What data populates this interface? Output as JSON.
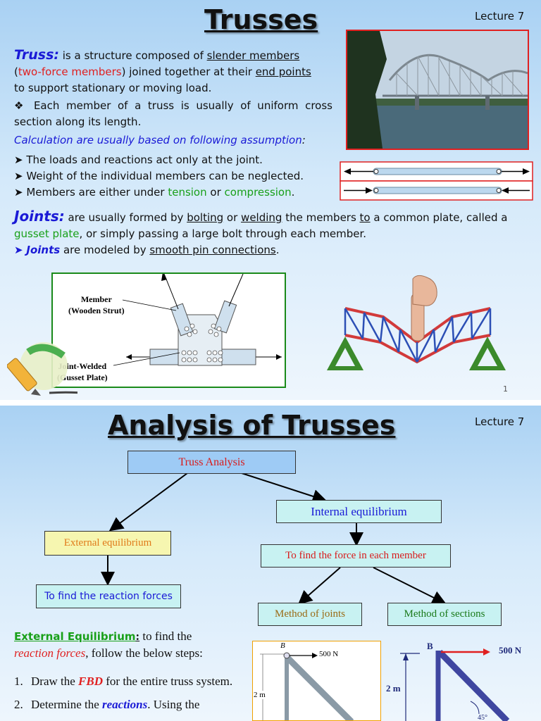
{
  "slide1": {
    "title": "Trusses",
    "lecture": "Lecture 7",
    "page_number": "1",
    "def_term": "Truss:",
    "def_t1": " is a structure composed of ",
    "def_u1": "slender members",
    "def_open": "(",
    "def_red": "two-force members",
    "def_t2": ") joined together at their ",
    "def_u2": "end points",
    "def_t3": "to support stationary or moving load.",
    "bullet_member": "Each member of a truss is usually of uniform cross section along its length.",
    "assumption_heading": "Calculation are usually based on following assumption",
    "assumption_colon": ":",
    "assumptions": {
      "a1": "The loads and reactions act only at the joint.",
      "a2": "Weight of the individual members can be neglected.",
      "a3_start": "Members are either under ",
      "a3_tension": "tension",
      "a3_or": " or ",
      "a3_compression": "compression",
      "a3_end": "."
    },
    "joints_term": "Joints:",
    "joints_t1": " are usually formed by ",
    "joints_u1": "bolting",
    "joints_or": " or ",
    "joints_u2": "welding",
    "joints_t2": " the members ",
    "joints_u3": "to",
    "joints_t3": " a common plate, called a",
    "joints_green": "gusset plate",
    "joints_t4": ", or simply passing a large bolt through each member.",
    "joints_bullet_term": "Joints",
    "joints_bullet_t1": " are modeled by ",
    "joints_bullet_u": "smooth pin connections",
    "joints_bullet_end": ".",
    "diagram_label_member": "Member",
    "diagram_label_member2": "(Wooden Strut)",
    "diagram_label_joint": "Joint-Welded",
    "diagram_label_joint2": "(Gusset Plate)"
  },
  "slide2": {
    "title": "Analysis of Trusses",
    "lecture": "Lecture 7",
    "flow": {
      "root": "Truss Analysis",
      "internal": "Internal equilibrium",
      "external": "External equilibrium",
      "find_force": "To find the force in each member",
      "find_reaction": "To find the reaction forces",
      "joints": "Method of joints",
      "sections": "Method of sections"
    },
    "ext_heading": "External Equilibrium",
    "ext_colon": ":",
    "ext_t1": " to find the",
    "ext_red": "reaction forces",
    "ext_t2": ", follow the below steps:",
    "step1_num": "1.",
    "step1_a": "Draw the ",
    "step1_fbd": "FBD",
    "step1_b": " for the entire truss system.",
    "step2_num": "2.",
    "step2_a": "Determine the ",
    "step2_reactions": "reactions",
    "step2_b": ". Using the",
    "fig1_b": "B",
    "fig1_load": "500 N",
    "fig1_dim": "2 m",
    "fig2_b": "B",
    "fig2_load": "500 N",
    "fig2_dim": "2 m",
    "fig2_angle": "45°"
  },
  "colors": {
    "red": "#e02020",
    "green": "#19a019",
    "blue": "#1a1ad6",
    "flow_root_bg": "#9ecbf5",
    "flow_box_bg": "#c8f2f2",
    "flow_external_bg": "#f6f6b0"
  }
}
